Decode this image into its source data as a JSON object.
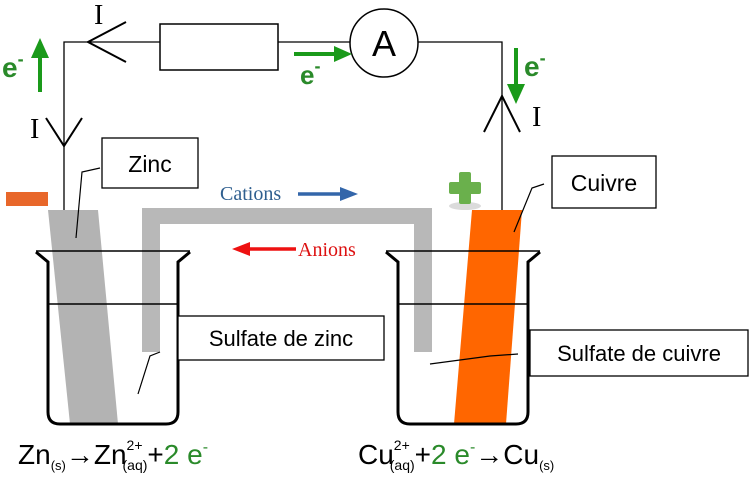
{
  "labels": {
    "zinc": "Zinc",
    "cuivre": "Cuivre",
    "sulfate_zinc": "Sulfate de zinc",
    "sulfate_cuivre": "Sulfate de cuivre",
    "cations": "Cations",
    "anions": "Anions",
    "ammeter": "A",
    "current": "I",
    "electron": "e",
    "minus_sign": "-"
  },
  "equations": {
    "zinc": {
      "zn1": "Zn",
      "s1": "(s)",
      "arrow": "→",
      "zn2": "Zn",
      "charge": "2+",
      "aq": "(aq)",
      "plus": "+",
      "two_e": "2 e",
      "minus": "-"
    },
    "copper": {
      "cu1": "Cu",
      "charge": "2+",
      "aq": "(aq)",
      "plus": "+",
      "two_e": "2 e",
      "minus": "-",
      "arrow": "→",
      "cu2": "Cu",
      "s": "(s)"
    }
  },
  "colors": {
    "zinc_electrode": "#b3b3b3",
    "copper_electrode": "#ff6600",
    "negative_terminal": "#e8672a",
    "positive_terminal": "#6ab04c",
    "electron_arrow": "#1a9a1a",
    "cations_arrow": "#3366aa",
    "anions_arrow": "#ee1111",
    "salt_bridge": "#b8b8b8",
    "text_blue": "#2f5f8f",
    "text_red": "#dd1111",
    "text_green": "#2a8a2a"
  },
  "icons": {
    "negative_terminal": "minus-icon",
    "positive_terminal": "plus-icon"
  }
}
